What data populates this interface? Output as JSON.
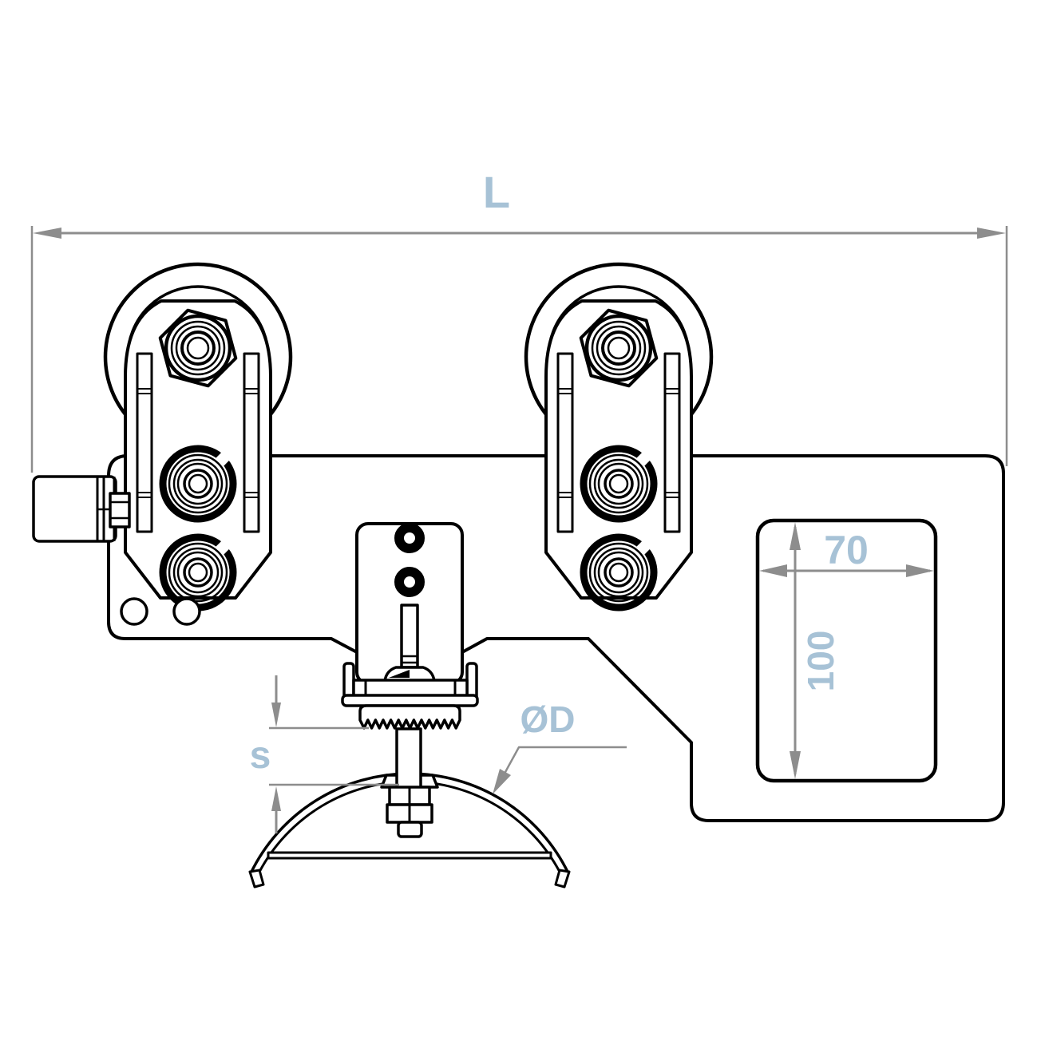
{
  "drawing": {
    "type": "technical-drawing",
    "labels": {
      "overall_length": "L",
      "cutout_width": "70",
      "cutout_height": "100",
      "diameter": "ØD",
      "thickness": "s"
    }
  },
  "colors": {
    "background": "#ffffff",
    "line": "#000000",
    "dimension": "#8d8d8d",
    "label": "#a7c2d6"
  }
}
